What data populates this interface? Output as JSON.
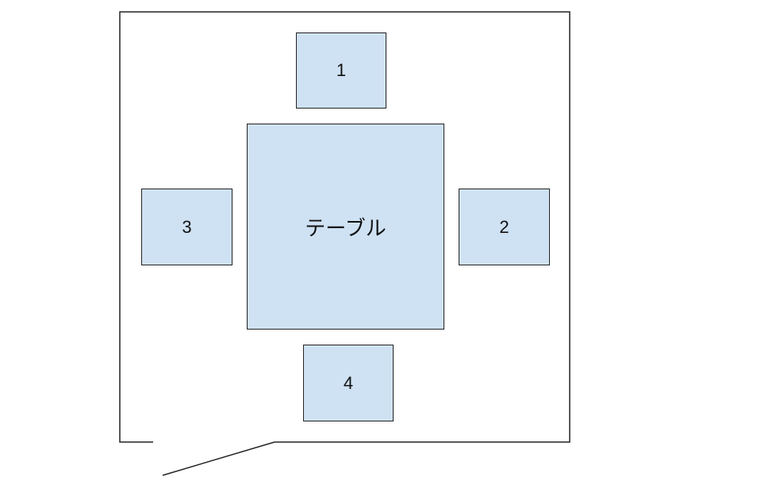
{
  "diagram": {
    "table_label": "テーブル",
    "seats": [
      {
        "label": "1"
      },
      {
        "label": "2"
      },
      {
        "label": "3"
      },
      {
        "label": "4"
      }
    ]
  },
  "colors": {
    "box_fill": "#cfe2f3",
    "stroke": "#222222",
    "background": "#ffffff"
  }
}
